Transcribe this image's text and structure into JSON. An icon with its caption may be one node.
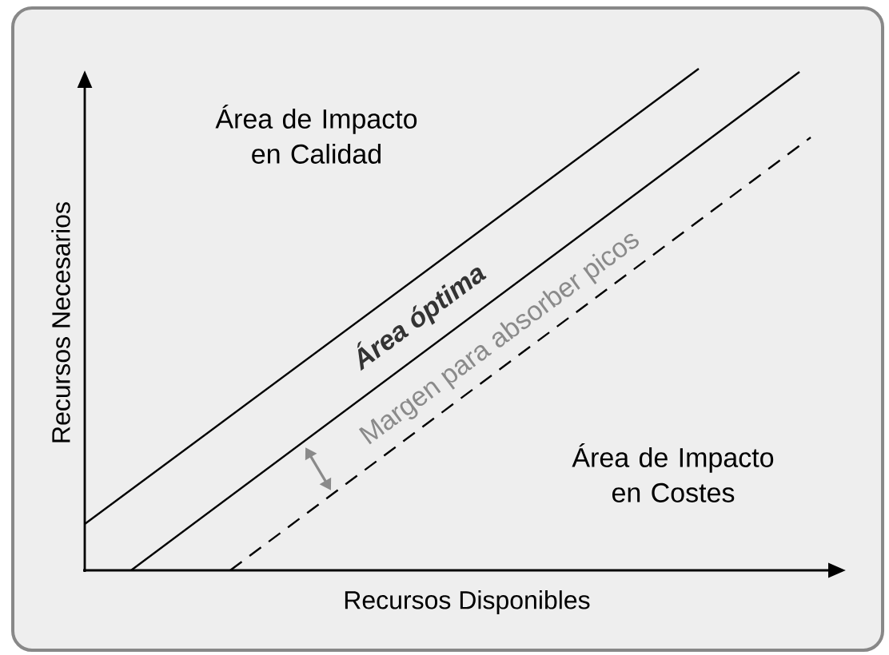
{
  "diagram": {
    "labels": [
      "Área de Impacto en Calidad",
      "Área óptima",
      "Margen para absorber picos",
      "Área de Impacto en Costes",
      "Recursos Necesarios",
      "Recursos Disponibles"
    ]
  }
}
